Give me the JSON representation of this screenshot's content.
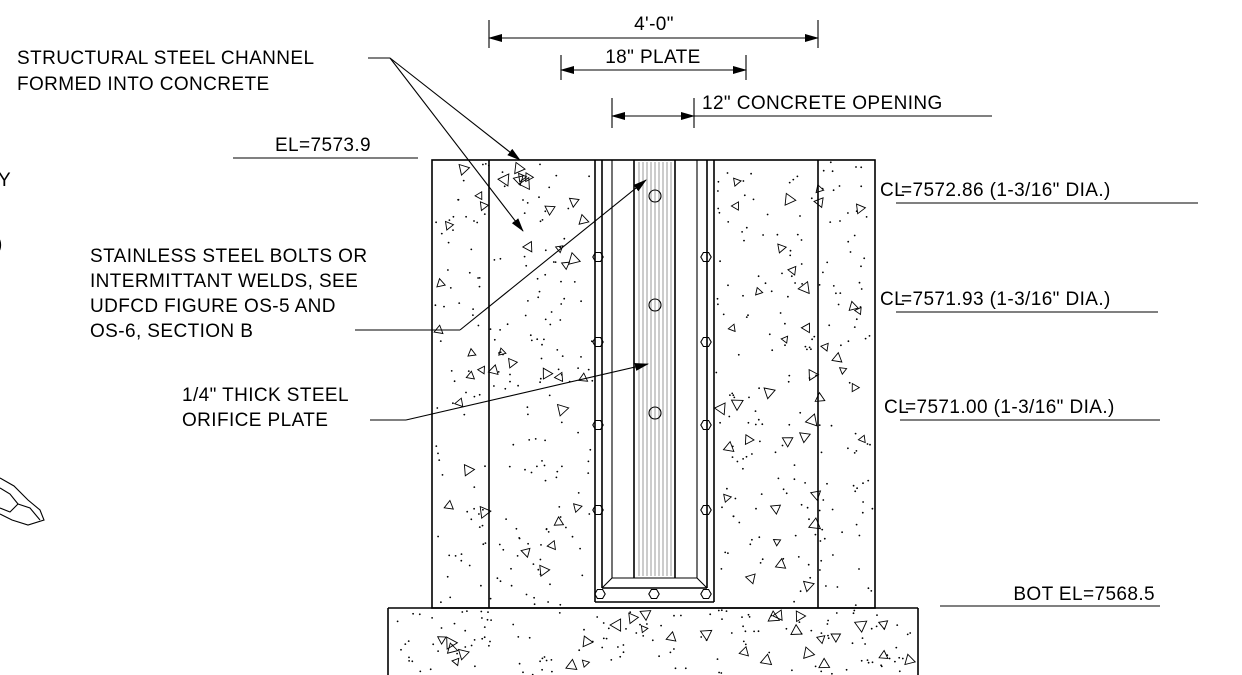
{
  "dimensions": {
    "overall": "4'-0\"",
    "plate": "18\" PLATE",
    "opening": "12\" CONCRETE OPENING"
  },
  "elevations": {
    "top": "EL=7573.9",
    "bottom": "BOT EL=7568.5"
  },
  "orifices": [
    {
      "prefix": "CL",
      "label": "=7572.86 (1-3/16\" DIA.)"
    },
    {
      "prefix": "CL",
      "label": "=7571.93 (1-3/16\" DIA.)"
    },
    {
      "prefix": "CL",
      "label": "=7571.00 (1-3/16\" DIA.)"
    }
  ],
  "callouts": {
    "channel": [
      "STRUCTURAL STEEL CHANNEL",
      "FORMED INTO CONCRETE"
    ],
    "bolts": [
      "STAINLESS STEEL BOLTS OR",
      "INTERMITTANT WELDS, SEE",
      "UDFCD FIGURE OS-5 AND",
      "OS-6, SECTION B"
    ],
    "plate": [
      "1/4\" THICK STEEL",
      "ORIFICE PLATE"
    ]
  },
  "edge_fragments": [
    "Y",
    ")"
  ]
}
